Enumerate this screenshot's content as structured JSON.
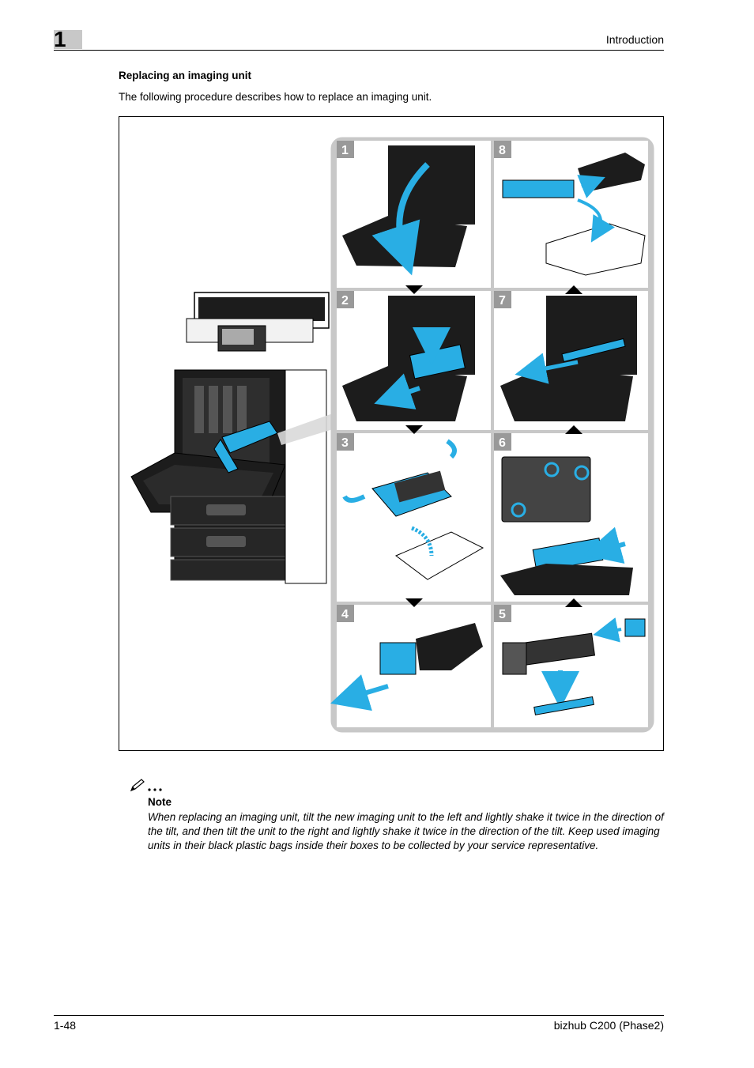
{
  "header": {
    "chapter_number": "1",
    "section_title": "Introduction"
  },
  "content": {
    "heading": "Replacing an imaging unit",
    "intro": "The following procedure describes how to replace an imaging unit."
  },
  "figure": {
    "steps": [
      "1",
      "2",
      "3",
      "4",
      "5",
      "6",
      "7",
      "8"
    ]
  },
  "note": {
    "title": "Note",
    "text": "When replacing an imaging unit, tilt the new imaging unit to the left and lightly shake it twice in the direction of the tilt, and then tilt the unit to the right and lightly shake it twice in the direction of the tilt. Keep used imaging units in their black plastic bags inside their boxes to be collected by your service representative."
  },
  "footer": {
    "page_number": "1-48",
    "product_name": "bizhub C200 (Phase2)"
  },
  "colors": {
    "accent": "#29aee4",
    "step_badge": "#999999",
    "panel_frame": "#c8c8c8"
  }
}
